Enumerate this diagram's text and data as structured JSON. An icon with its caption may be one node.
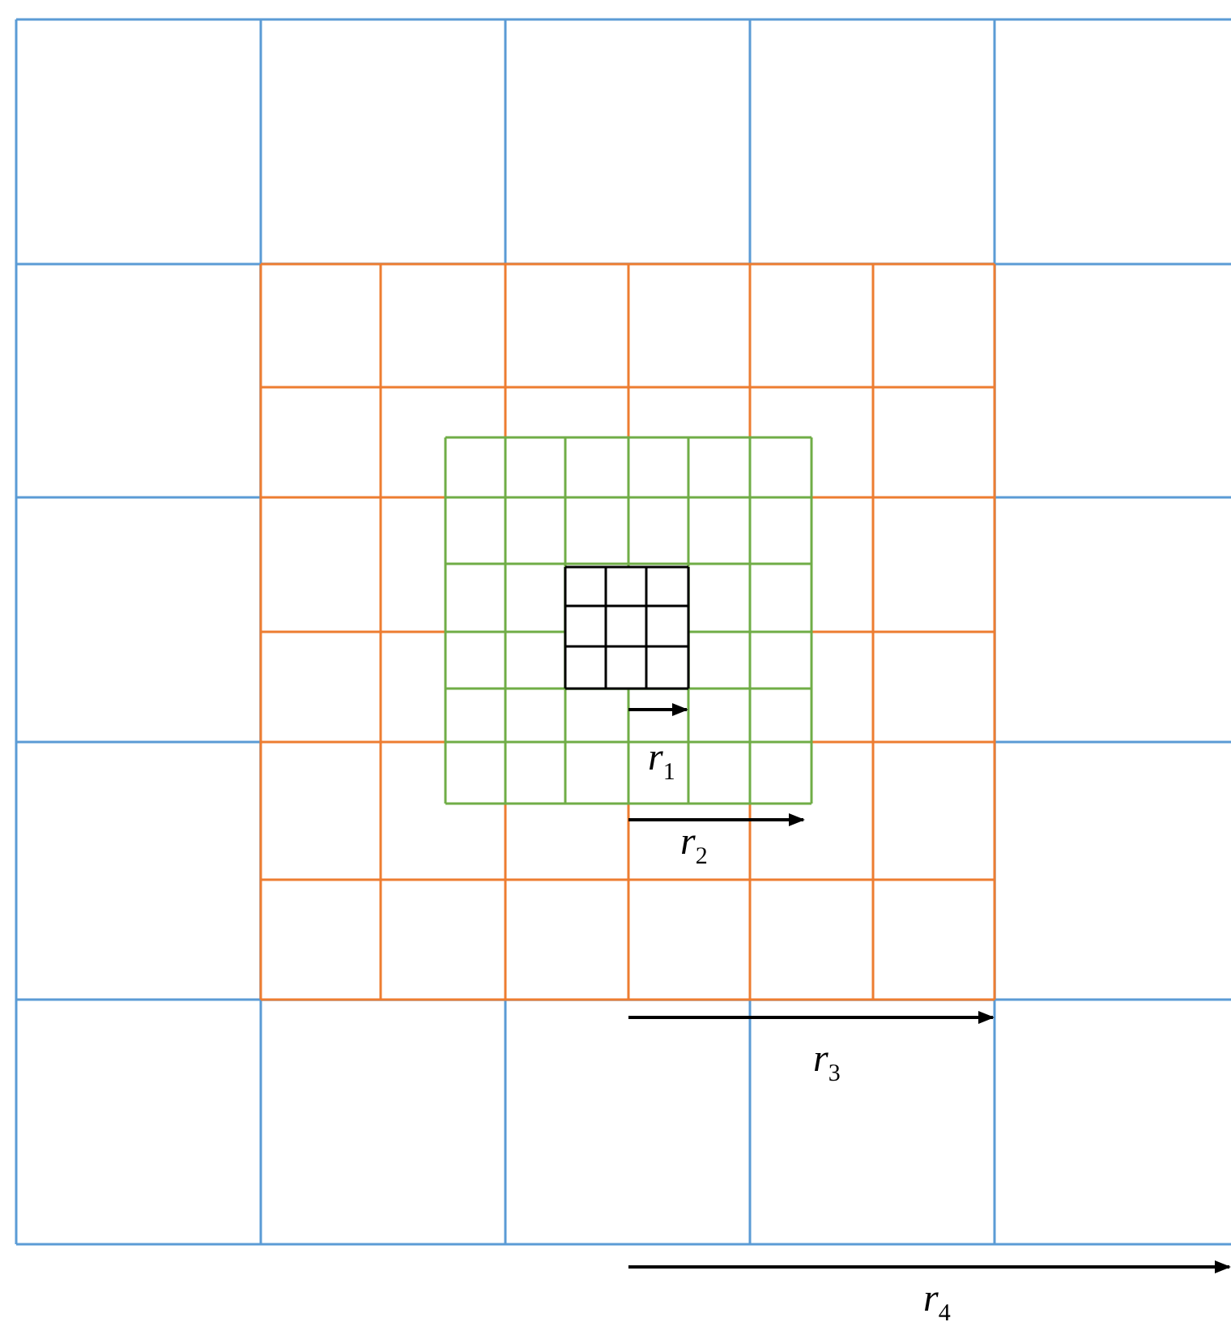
{
  "diagram": {
    "labels": [
      "*r*$_{1}$",
      "*r*$_{2}$",
      "*r*$_{3}$",
      "*r*$_{4}$"
    ]
  }
}
